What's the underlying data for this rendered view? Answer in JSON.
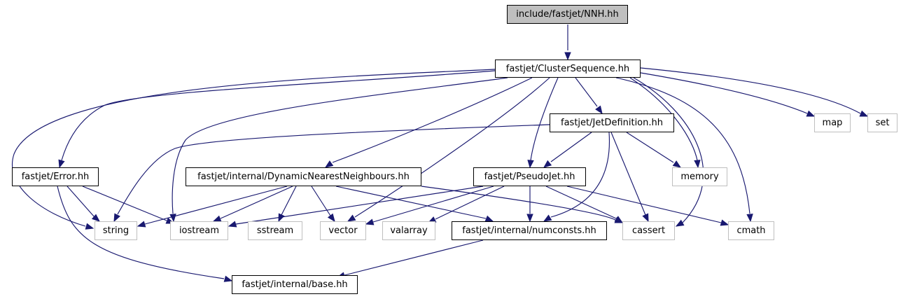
{
  "nodes": {
    "nnh": "include/fastjet/NNH.hh",
    "clusterseq": "fastjet/ClusterSequence.hh",
    "jetdef": "fastjet/JetDefinition.hh",
    "error": "fastjet/Error.hh",
    "dnn": "fastjet/internal/DynamicNearestNeighbours.hh",
    "pseudojet": "fastjet/PseudoJet.hh",
    "numconsts": "fastjet/internal/numconsts.hh",
    "base": "fastjet/internal/base.hh",
    "map": "map",
    "set": "set",
    "memory": "memory",
    "string": "string",
    "iostream": "iostream",
    "sstream": "sstream",
    "vector": "vector",
    "valarray": "valarray",
    "cassert": "cassert",
    "cmath": "cmath"
  },
  "colors": {
    "edge": "#191970",
    "root_fill": "#bfbfbf",
    "system_border": "#bfbfbf"
  }
}
